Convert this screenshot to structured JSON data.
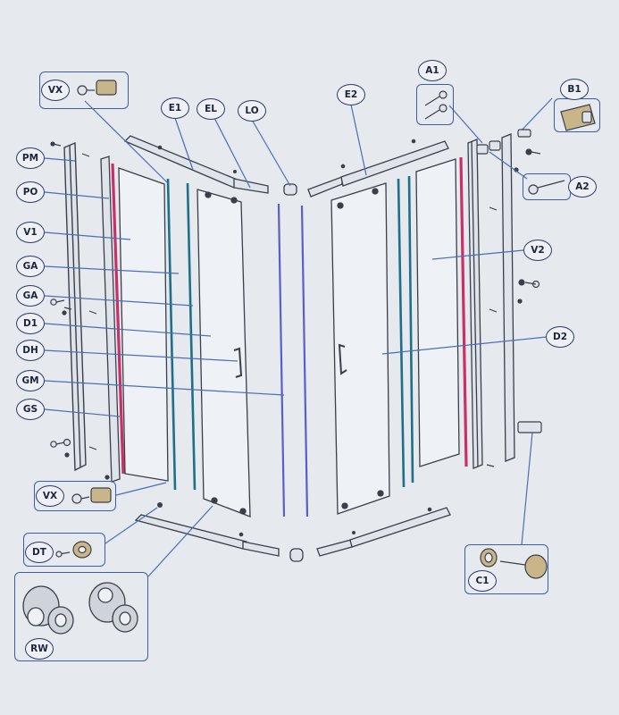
{
  "labels": {
    "VX": "VX",
    "E1": "E1",
    "EL": "EL",
    "LO": "LO",
    "E2": "E2",
    "A1": "A1",
    "B1": "B1",
    "A2": "A2",
    "PM": "PM",
    "PO": "PO",
    "V1": "V1",
    "GA": "GA",
    "D1": "D1",
    "DH": "DH",
    "GM": "GM",
    "GS": "GS",
    "V2": "V2",
    "D2": "D2",
    "DT": "DT",
    "RW": "RW",
    "C1": "C1"
  },
  "colors": {
    "background": "#e6e9ee",
    "leader_line": "#4a6fb5",
    "frame_line": "#3a3f4a",
    "seal_magenta": "#c8306a",
    "seal_teal": "#1f6f8a",
    "seal_blue": "#5a5fc8"
  }
}
